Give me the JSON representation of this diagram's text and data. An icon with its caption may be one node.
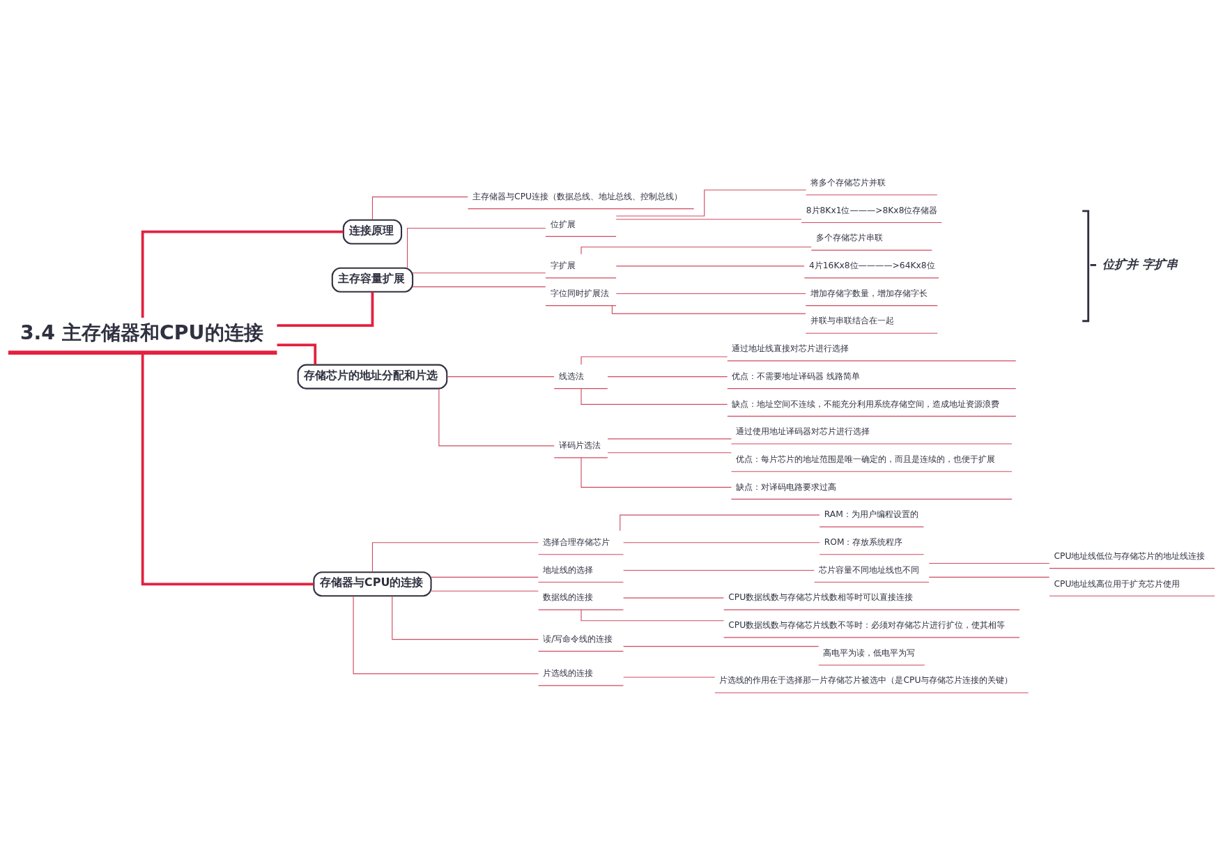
{
  "diagram": {
    "nodes": [
      {
        "text": [
          "3.4 主存储器和CPU的连接"
        ]
      },
      {
        "text": [
          "连接原理"
        ]
      },
      {
        "text": [
          "主存储器与CPU连接（数据总线、地址总线、控制总线）"
        ]
      },
      {
        "text": [
          "主存容量扩展"
        ]
      },
      {
        "text": [
          "位扩展"
        ]
      },
      {
        "text": [
          "将多个存储芯片并联"
        ]
      },
      {
        "text": [
          "8片8Kx1位———>8Kx8位存储器"
        ]
      },
      {
        "text": [
          "字扩展"
        ]
      },
      {
        "text": [
          "多个存储芯片串联"
        ]
      },
      {
        "text": [
          "4片16Kx8位————>64Kx8位"
        ]
      },
      {
        "text": [
          "字位同时扩展法"
        ]
      },
      {
        "text": [
          "增加存储字数量，增加存储字长"
        ]
      },
      {
        "text": [
          "并联与串联结合在一起"
        ]
      },
      {
        "text": [
          "存储芯片的地址分配和片选"
        ]
      },
      {
        "text": [
          "线选法"
        ]
      },
      {
        "text": [
          "通过地址线直接对芯片进行选择"
        ]
      },
      {
        "text": [
          "优点：不需要地址译码器 线路简单"
        ]
      },
      {
        "text": [
          "缺点：地址空间不连续，不能充分利用系统存储空间，造成地址资源浪费"
        ]
      },
      {
        "text": [
          "译码片选法"
        ]
      },
      {
        "text": [
          "通过使用地址译码器对芯片进行选择"
        ]
      },
      {
        "text": [
          "优点：每片芯片的地址范围是唯一确定的，而且是连续的，也便于扩展"
        ]
      },
      {
        "text": [
          "缺点：对译码电路要求过高"
        ]
      },
      {
        "text": [
          "存储器与CPU的连接"
        ]
      },
      {
        "text": [
          "选择合理存储芯片"
        ]
      },
      {
        "text": [
          "RAM：为用户编程设置的"
        ]
      },
      {
        "text": [
          "ROM：存放系统程序"
        ]
      },
      {
        "text": [
          "地址线的选择"
        ]
      },
      {
        "text": [
          "芯片容量不同地址线也不同"
        ]
      },
      {
        "text": [
          "CPU地址线低位与存储芯片的地址线连接"
        ]
      },
      {
        "text": [
          "CPU地址线高位用于扩充芯片使用"
        ]
      },
      {
        "text": [
          "数据线的连接"
        ]
      },
      {
        "text": [
          "CPU数据线数与存储芯片线数相等时可以直接连接"
        ]
      },
      {
        "text": [
          "CPU数据线数与存储芯片线数不等时：必须对存储芯片进行扩位，使其相等"
        ]
      },
      {
        "text": [
          "读/写命令线的连接"
        ]
      },
      {
        "text": [
          "高电平为读，低电平为写"
        ]
      },
      {
        "text": [
          "片选线的连接"
        ]
      },
      {
        "text": [
          "片选线的作用在于选择那一片存储芯片被选中（是CPU与存储芯片连接的关键）"
        ]
      }
    ],
    "edges": [
      {
        "from": 0,
        "to": 1,
        "arrow": "none",
        "style": "thick",
        "color": "#e3213f"
      },
      {
        "from": 1,
        "to": 2,
        "arrow": "none"
      },
      {
        "from": 0,
        "to": 3,
        "arrow": "none",
        "style": "thick",
        "color": "#e3213f"
      },
      {
        "from": 3,
        "to": 4,
        "arrow": "none"
      },
      {
        "from": 4,
        "to": 5,
        "arrow": "none"
      },
      {
        "from": 4,
        "to": 6,
        "arrow": "none"
      },
      {
        "from": 3,
        "to": 7,
        "arrow": "none"
      },
      {
        "from": 7,
        "to": 8,
        "arrow": "none"
      },
      {
        "from": 7,
        "to": 9,
        "arrow": "none"
      },
      {
        "from": 3,
        "to": 10,
        "arrow": "none"
      },
      {
        "from": 10,
        "to": 11,
        "arrow": "none"
      },
      {
        "from": 10,
        "to": 12,
        "arrow": "none"
      },
      {
        "from": 0,
        "to": 13,
        "arrow": "none",
        "style": "thick",
        "color": "#e3213f"
      },
      {
        "from": 13,
        "to": 14,
        "arrow": "none"
      },
      {
        "from": 14,
        "to": 15,
        "arrow": "none"
      },
      {
        "from": 14,
        "to": 16,
        "arrow": "none"
      },
      {
        "from": 14,
        "to": 17,
        "arrow": "none"
      },
      {
        "from": 13,
        "to": 18,
        "arrow": "none"
      },
      {
        "from": 18,
        "to": 19,
        "arrow": "none"
      },
      {
        "from": 18,
        "to": 20,
        "arrow": "none"
      },
      {
        "from": 18,
        "to": 21,
        "arrow": "none"
      },
      {
        "from": 0,
        "to": 22,
        "arrow": "none",
        "style": "thick",
        "color": "#e3213f"
      },
      {
        "from": 22,
        "to": 23,
        "arrow": "none"
      },
      {
        "from": 23,
        "to": 24,
        "arrow": "none"
      },
      {
        "from": 23,
        "to": 25,
        "arrow": "none"
      },
      {
        "from": 22,
        "to": 26,
        "arrow": "none"
      },
      {
        "from": 26,
        "to": 27,
        "arrow": "none"
      },
      {
        "from": 27,
        "to": 28,
        "arrow": "none"
      },
      {
        "from": 27,
        "to": 29,
        "arrow": "none"
      },
      {
        "from": 22,
        "to": 30,
        "arrow": "none"
      },
      {
        "from": 30,
        "to": 31,
        "arrow": "none"
      },
      {
        "from": 30,
        "to": 32,
        "arrow": "none"
      },
      {
        "from": 22,
        "to": 33,
        "arrow": "none"
      },
      {
        "from": 33,
        "to": 34,
        "arrow": "none"
      },
      {
        "from": 22,
        "to": 35,
        "arrow": "none"
      },
      {
        "from": 35,
        "to": 36,
        "arrow": "none"
      }
    ],
    "labels": [
      "位扩并 字扩串"
    ]
  }
}
